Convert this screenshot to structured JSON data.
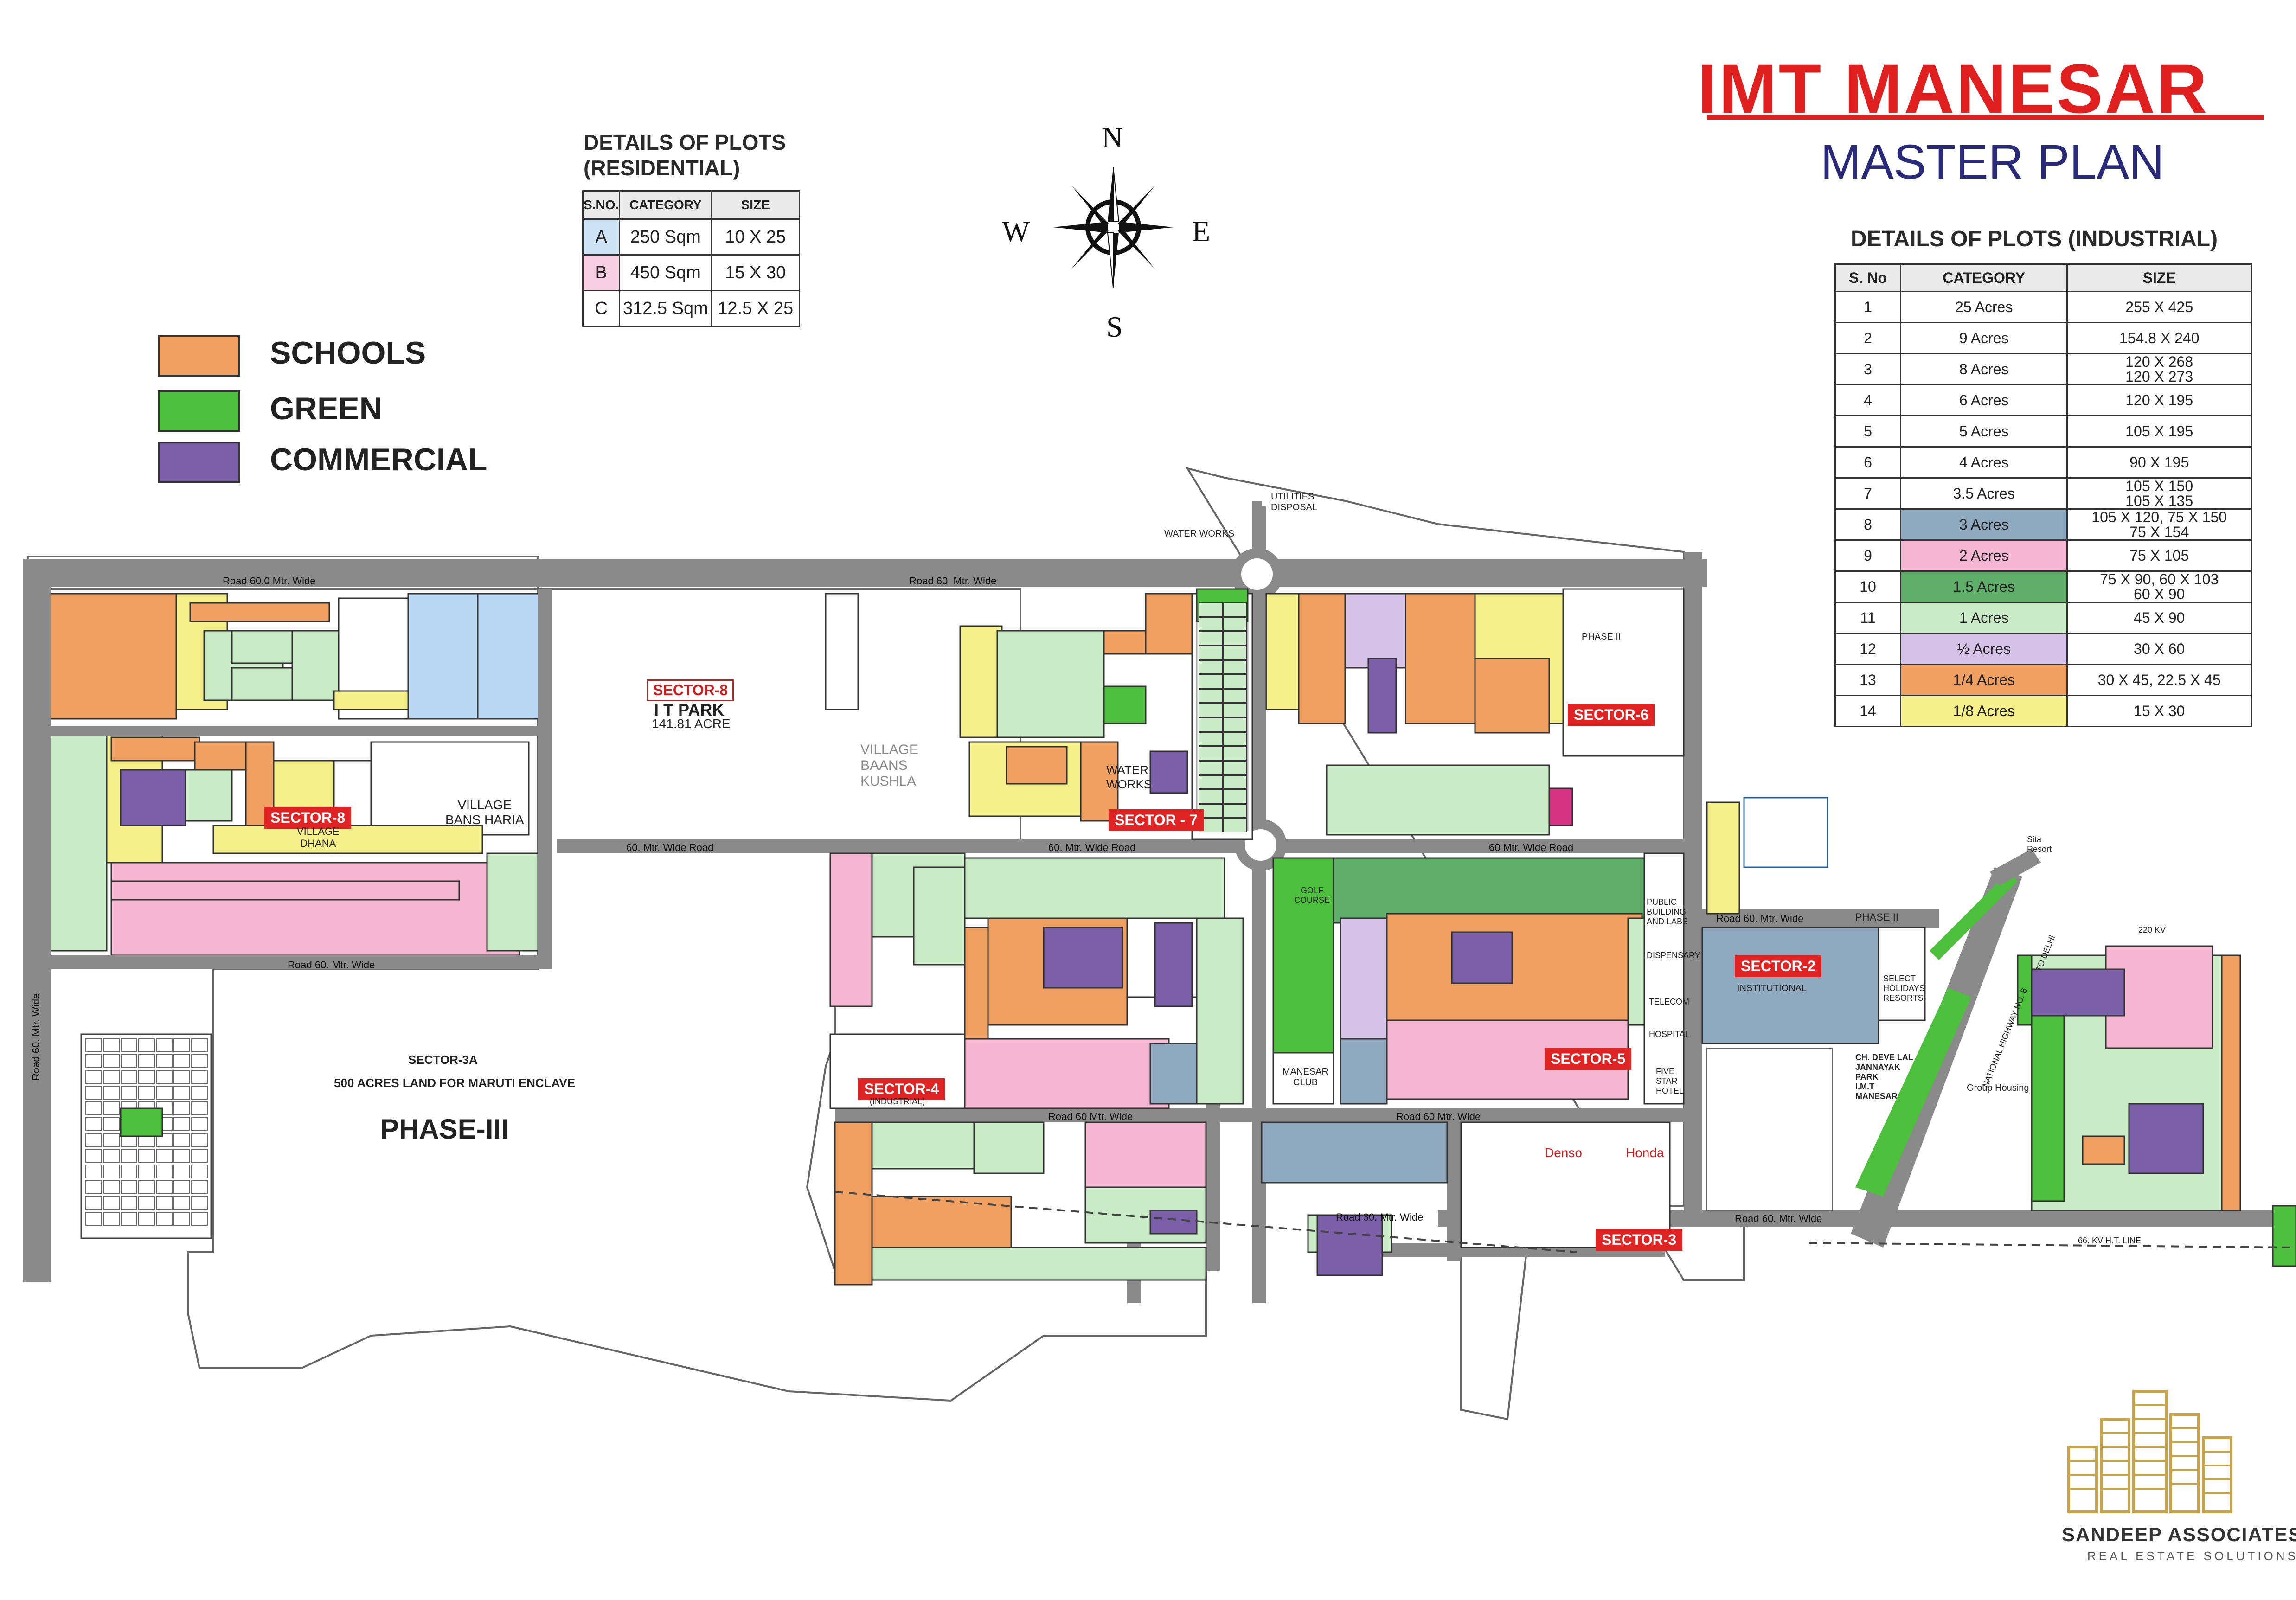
{
  "header": {
    "title": "IMT MANESAR",
    "subtitle": "MASTER PLAN"
  },
  "colors": {
    "school": "#f0a060",
    "green": "#4cbf3c",
    "commercial": "#7b5fa8",
    "road": "#8a8a8a",
    "pink": "#f6b7d2",
    "light_green": "#c9ecc7",
    "mid_green": "#5fae6a",
    "grey_blue": "#8ea8bd",
    "lavender": "#d6c2e6",
    "yellow": "#f5f08a",
    "blue": "#b8d7f2",
    "title_red": "#e0201f",
    "subtitle_navy": "#2a2a7a"
  },
  "legend": [
    {
      "label": "SCHOOLS",
      "color": "#f0a060"
    },
    {
      "label": "GREEN",
      "color": "#4cbf3c"
    },
    {
      "label": "COMMERCIAL",
      "color": "#7b5fa8"
    }
  ],
  "compass": {
    "n": "N",
    "s": "S",
    "e": "E",
    "w": "W"
  },
  "residential": {
    "heading_line1": "DETAILS OF PLOTS",
    "heading_line2": "(RESIDENTIAL)",
    "columns": [
      "S.NO.",
      "CATEGORY",
      "SIZE"
    ],
    "rows": [
      {
        "sno": "A",
        "category": "250 Sqm",
        "size": "10 X 25",
        "color": "#cfe3f6"
      },
      {
        "sno": "B",
        "category": "450 Sqm",
        "size": "15 X 30",
        "color": "#f8cfe2"
      },
      {
        "sno": "C",
        "category": "312.5 Sqm",
        "size": "12.5 X 25",
        "color": "#ffffff"
      }
    ]
  },
  "industrial": {
    "heading": "DETAILS OF PLOTS (INDUSTRIAL)",
    "columns": [
      "S. No",
      "CATEGORY",
      "SIZE"
    ],
    "rows": [
      {
        "sno": "1",
        "category": "25 Acres",
        "size": "255 X 425",
        "color": "#ffffff"
      },
      {
        "sno": "2",
        "category": "9 Acres",
        "size": "154.8 X 240",
        "color": "#ffffff"
      },
      {
        "sno": "3",
        "category": "8 Acres",
        "size": "120 X 268\n120 X 273",
        "color": "#ffffff"
      },
      {
        "sno": "4",
        "category": "6 Acres",
        "size": "120 X 195",
        "color": "#ffffff"
      },
      {
        "sno": "5",
        "category": "5 Acres",
        "size": "105 X 195",
        "color": "#ffffff"
      },
      {
        "sno": "6",
        "category": "4 Acres",
        "size": "90 X 195",
        "color": "#ffffff"
      },
      {
        "sno": "7",
        "category": "3.5 Acres",
        "size": "105 X 150\n105 X 135",
        "color": "#ffffff"
      },
      {
        "sno": "8",
        "category": "3 Acres",
        "size": "105 X 120, 75 X 150\n75 X 154",
        "color": "#8ea8bd"
      },
      {
        "sno": "9",
        "category": "2 Acres",
        "size": "75 X 105",
        "color": "#f6b7d2"
      },
      {
        "sno": "10",
        "category": "1.5 Acres",
        "size": "75 X 90, 60 X 103\n60 X 90",
        "color": "#5fae6a"
      },
      {
        "sno": "11",
        "category": "1 Acres",
        "size": "45 X 90",
        "color": "#c9ecc7"
      },
      {
        "sno": "12",
        "category": "½ Acres",
        "size": "30 X 60",
        "color": "#d6c2e6"
      },
      {
        "sno": "13",
        "category": "1/4 Acres",
        "size": "30 X 45, 22.5 X 45",
        "color": "#f0a060"
      },
      {
        "sno": "14",
        "category": "1/8 Acres",
        "size": "15 X 30",
        "color": "#f5f08a"
      }
    ]
  },
  "map": {
    "sectors": {
      "s8a": "SECTOR-8",
      "s8b": "SECTOR-8",
      "s7": "SECTOR - 7",
      "s6": "SECTOR-6",
      "s2": "SECTOR-2",
      "s5": "SECTOR-5",
      "s4": "SECTOR-4",
      "s4_sub": "(INDUSTRIAL)",
      "s3": "SECTOR-3",
      "s3a": "SECTOR-3A"
    },
    "labels": {
      "it_park": "I T PARK",
      "it_park_area": "141.81 ACRE",
      "village_bans_haria": "VILLAGE\nBANS HARIA",
      "village_dhana": "VILLAGE\nDHANA",
      "village_baans_kushla": "VILLAGE\nBAANS\nKUSHLA",
      "water_works": "WATER\nWORKS",
      "water_works_top": "WATER WORKS",
      "utilities_disposal": "UTILITIES\nDISPOSAL",
      "golf_course": "GOLF\nCOURSE",
      "manesar_club": "MANESAR\nCLUB",
      "phase2": "PHASE II",
      "phase2b": "PHASE II",
      "phase3": "PHASE-III",
      "maruti": "500 ACRES LAND FOR MARUTI ENCLAVE",
      "institutional": "INSTITUTIONAL",
      "denso": "Denso",
      "honda": "Honda",
      "select_holidays": "SELECT\nHOLIDAYS\nRESORTS",
      "five_star": "FIVE\nSTAR\nHOTEL",
      "hospital": "HOSPITAL",
      "telecom": "TELECOM",
      "dispensary": "DISPENSARY",
      "public_building": "PUBLIC\nBUILDING\nAND LABS",
      "park_memorial": "CH. DEVE LAL\nJANNAYAK\nPARK\nI.M.T\nMANESAR",
      "sita_resort": "Sita\nResort",
      "kv_line": "66. KV H.T. LINE",
      "kv_220": "220 KV",
      "nh8": "NATIONAL HIGHWAY NO. 8",
      "to_delhi": "TO DELHI",
      "group_housing": "Group Housing"
    },
    "roads": {
      "r60_top": "Road 60.0 Mtr. Wide",
      "r60_top2": "Road 60. Mtr. Wide",
      "r60_mid_left": "60. Mtr. Wide Road",
      "r60_mid": "60. Mtr. Wide Road",
      "r60_mid_right": "60 Mtr. Wide Road",
      "r60_left_bottom": "Road 60. Mtr. Wide",
      "r60_left_vertical": "Road 60. Mtr. Wide",
      "r60_s4": "Road 60 Mtr. Wide",
      "r60_s3": "Road 60 Mtr. Wide",
      "r30_s3": "Road 30. Mtr. Wide",
      "r60_right": "Road 60. Mtr. Wide",
      "r60_ph2": "Road 60. Mtr. Wide"
    }
  },
  "brand": {
    "name": "SANDEEP ASSOCIATES",
    "tagline": "REAL ESTATE SOLUTIONS"
  }
}
